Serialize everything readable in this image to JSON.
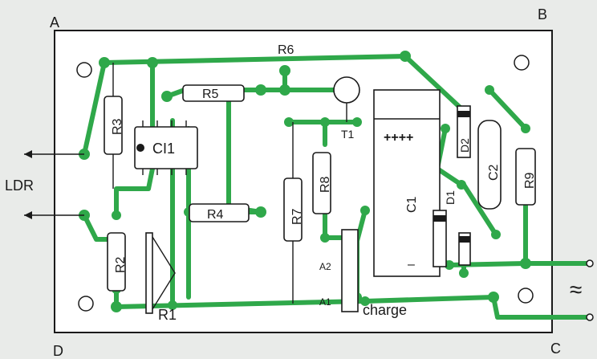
{
  "corners": {
    "a": "A",
    "b": "B",
    "c": "C",
    "d": "D"
  },
  "io": {
    "ldr": "LDR",
    "supply": "≈"
  },
  "ic": {
    "ci1": "CI1"
  },
  "transistor": {
    "t1": "T1"
  },
  "resistors": {
    "r1": "R1",
    "r2": "R2",
    "r3": "R3",
    "r4": "R4",
    "r5": "R5",
    "r6": "R6",
    "r7": "R7",
    "r8": "R8",
    "r9": "R9"
  },
  "capacitors": {
    "c1": "C1",
    "c2": "C2",
    "polarity_plus": "++++",
    "polarity_minus": "–"
  },
  "diodes": {
    "d1": "D1",
    "d2": "D2"
  },
  "jumper": {
    "a1": "A1",
    "a2": "A2",
    "charge": "charge"
  },
  "colors": {
    "board": "#ffffff",
    "trace": "#2fa84a",
    "ink": "#1a1a1a",
    "background": "#e9ebe9"
  }
}
